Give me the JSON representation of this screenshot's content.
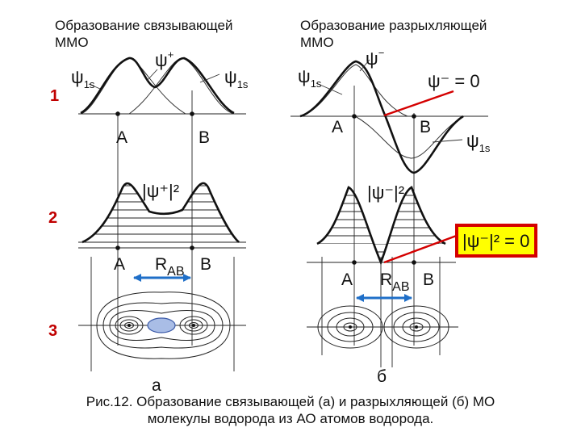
{
  "headers": {
    "bonding_line1": "Образование связывающей",
    "bonding_line2": "ММО",
    "antibonding_line1": "Образование разрыхляющей",
    "antibonding_line2": "ММО"
  },
  "rows": [
    "1",
    "2",
    "3"
  ],
  "labels": {
    "psi": "ψ",
    "sub_1s": "1s",
    "plus": "+",
    "minus": "−",
    "psi_plus_sq": "|ψ⁺|²",
    "psi_minus_sq": "|ψ⁻|²",
    "psi_minus_zero": "ψ⁻ = 0",
    "psi_minus_sq_zero": "|ψ⁻|² = 0",
    "atom_a": "А",
    "atom_b": "В",
    "r": "R",
    "r_sub": "AB"
  },
  "panels": {
    "bonding": "а",
    "antibonding": "б"
  },
  "caption": {
    "line1": "Рис.12. Образование связывающей (а) и разрыхляющей (б) МО",
    "line2": "молекулы водорода из АО атомов водорода."
  },
  "colors": {
    "accent_red": "#d40000",
    "arrow_blue": "#1f6fc8",
    "box_fill": "#ffff00",
    "ellipse_fill": "#a9bde6"
  }
}
